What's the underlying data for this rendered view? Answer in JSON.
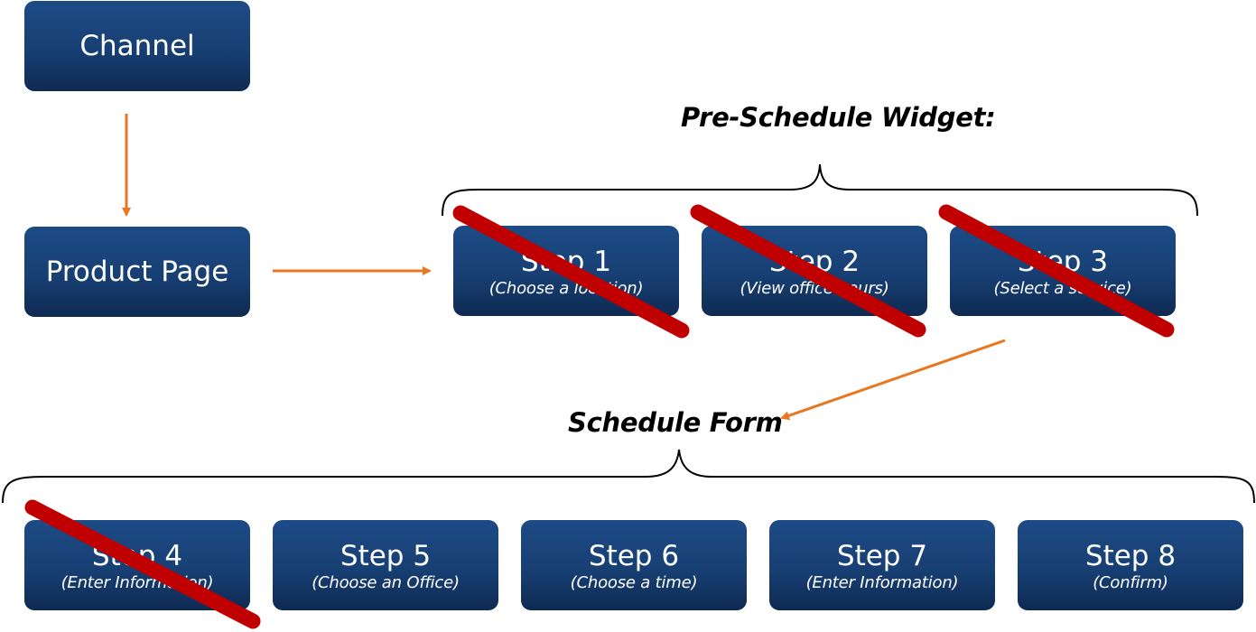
{
  "nodes": {
    "channel": "Channel",
    "product_page": "Product Page"
  },
  "groups": {
    "pre_schedule": "Pre-Schedule Widget:",
    "schedule_form": "Schedule Form"
  },
  "steps": [
    {
      "title": "Step 1",
      "sub": "(Choose a location)",
      "crossed": true
    },
    {
      "title": "Step 2",
      "sub": "(View office hours)",
      "crossed": true
    },
    {
      "title": "Step 3",
      "sub": "(Select a service)",
      "crossed": true
    },
    {
      "title": "Step 4",
      "sub": "(Enter Information)",
      "crossed": true
    },
    {
      "title": "Step 5",
      "sub": "(Choose an Office)",
      "crossed": false
    },
    {
      "title": "Step 6",
      "sub": "(Choose a time)",
      "crossed": false
    },
    {
      "title": "Step 7",
      "sub": "(Enter Information)",
      "crossed": false
    },
    {
      "title": "Step 8",
      "sub": "(Confirm)",
      "crossed": false
    }
  ],
  "colors": {
    "box": "#173f73",
    "arrow": "#e87722",
    "cross": "#c00000"
  }
}
